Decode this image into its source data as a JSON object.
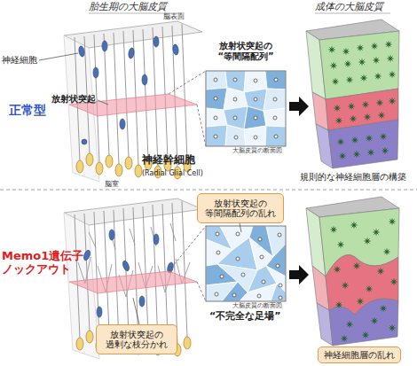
{
  "diagram": {
    "nodes": [
      {
        "text": [
          "放射状突起の 等間隔配列の乱れ"
        ]
      },
      {
        "text": [
          "放射状突起の 過剰な枝分かれ"
        ]
      },
      {
        "text": [
          "神経細胞層の乱れ"
        ]
      }
    ],
    "labels": [
      "胎生期の大脳皮質",
      "成体の大脳皮質",
      "正常型",
      "脳表面",
      "神経細胞",
      "放射状突起",
      "神経幹細胞",
      "(Radial Glial Cell)",
      "脳室",
      "放射状突起の “等間隔配列”",
      "大脳皮質の断面図",
      "規則的な神経細胞層の構築",
      "Memo1遺伝子 ノックアウト",
      "大脳皮質の断面図",
      "“不完全な足場”"
    ]
  }
}
